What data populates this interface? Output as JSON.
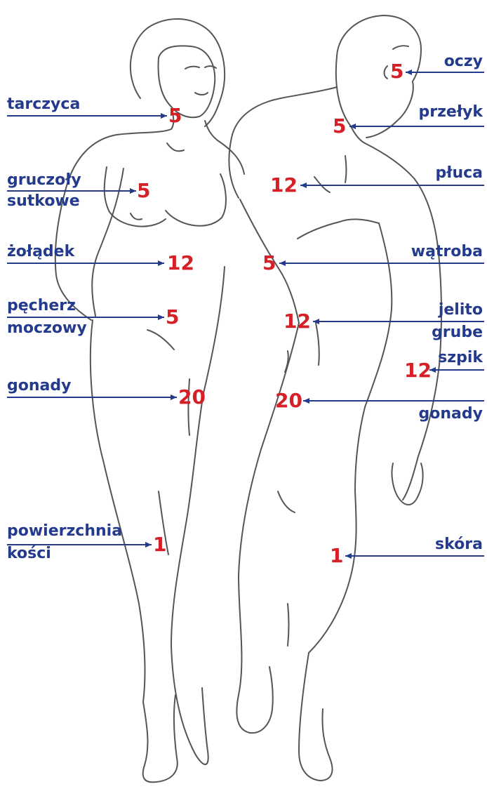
{
  "colors": {
    "label": "#243a8c",
    "number": "#d62027",
    "line": "#243a8c",
    "figure": "#555555"
  },
  "left_labels": {
    "tarczyca": "tarczyca",
    "gruczoly_1": "gruczoły",
    "gruczoly_2": "sutkowe",
    "zoladek": "żołądek",
    "pecherz_1": "pęcherz",
    "pecherz_2": "moczowy",
    "gonady": "gonady",
    "powierzchnia_1": "powierzchnia",
    "powierzchnia_2": "kości"
  },
  "right_labels": {
    "oczy": "oczy",
    "przelyk": "przełyk",
    "pluca": "płuca",
    "watroba": "wątroba",
    "jelito_1": "jelito",
    "jelito_2": "grube",
    "szpik": "szpik",
    "gonady": "gonady",
    "skora": "skóra"
  },
  "values": {
    "tarczyca": "5",
    "gruczoly": "5",
    "zoladek": "12",
    "pecherz": "5",
    "gonady_f": "20",
    "powierzchnia": "1",
    "oczy": "5",
    "przelyk": "5",
    "pluca": "12",
    "watroba": "5",
    "jelito": "12",
    "szpik": "12",
    "gonady_m": "20",
    "skora": "1"
  }
}
